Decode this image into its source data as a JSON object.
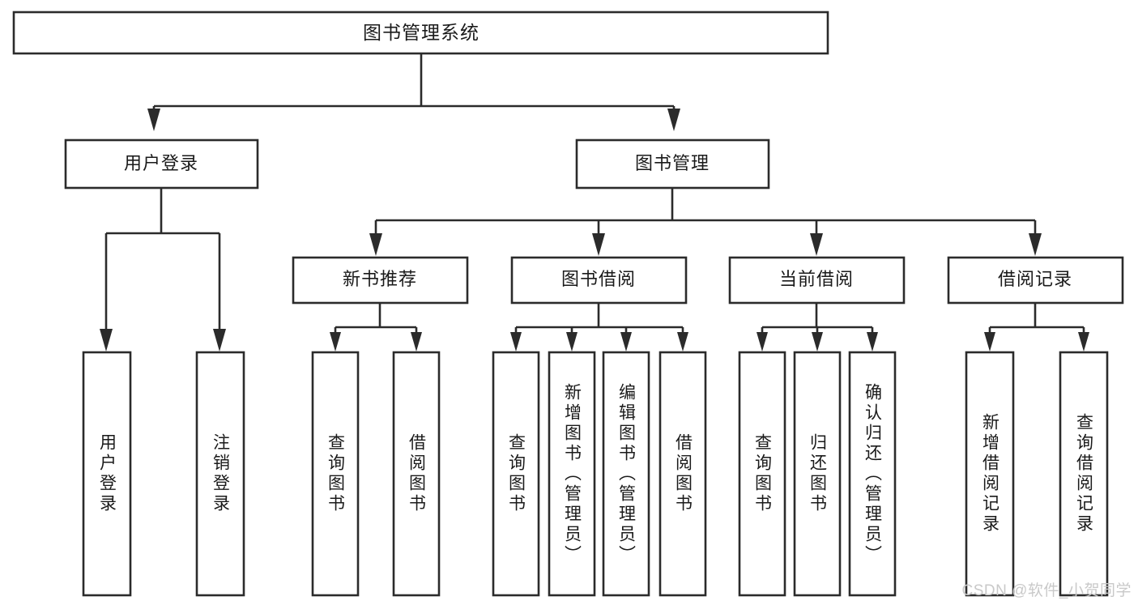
{
  "diagram": {
    "type": "hierarchy-tree",
    "title": "图书管理系统",
    "watermark": "CSDN @软件_小贺同学",
    "colors": {
      "stroke": "#2b2b2b",
      "fill": "#ffffff",
      "text": "#1a1a1a",
      "watermark": "#c9c9c9",
      "background": "#ffffff"
    },
    "root": {
      "label": "图书管理系统"
    },
    "level2": [
      {
        "label": "用户登录"
      },
      {
        "label": "图书管理"
      }
    ],
    "level3": [
      {
        "label": "新书推荐"
      },
      {
        "label": "图书借阅"
      },
      {
        "label": "当前借阅"
      },
      {
        "label": "借阅记录"
      }
    ],
    "leaves": {
      "user_login": [
        {
          "label": "用户登录"
        },
        {
          "label": "注销登录"
        }
      ],
      "new_book_recommend": [
        {
          "label": "查询图书"
        },
        {
          "label": "借阅图书"
        }
      ],
      "book_borrow": [
        {
          "label": "查询图书"
        },
        {
          "label": "新增图书（管理员）"
        },
        {
          "label": "编辑图书（管理员）"
        },
        {
          "label": "借阅图书"
        }
      ],
      "current_borrow": [
        {
          "label": "查询图书"
        },
        {
          "label": "归还图书"
        },
        {
          "label": "确认归还（管理员）"
        }
      ],
      "borrow_records": [
        {
          "label": "新增借阅记录"
        },
        {
          "label": "查询借阅记录"
        }
      ]
    }
  }
}
